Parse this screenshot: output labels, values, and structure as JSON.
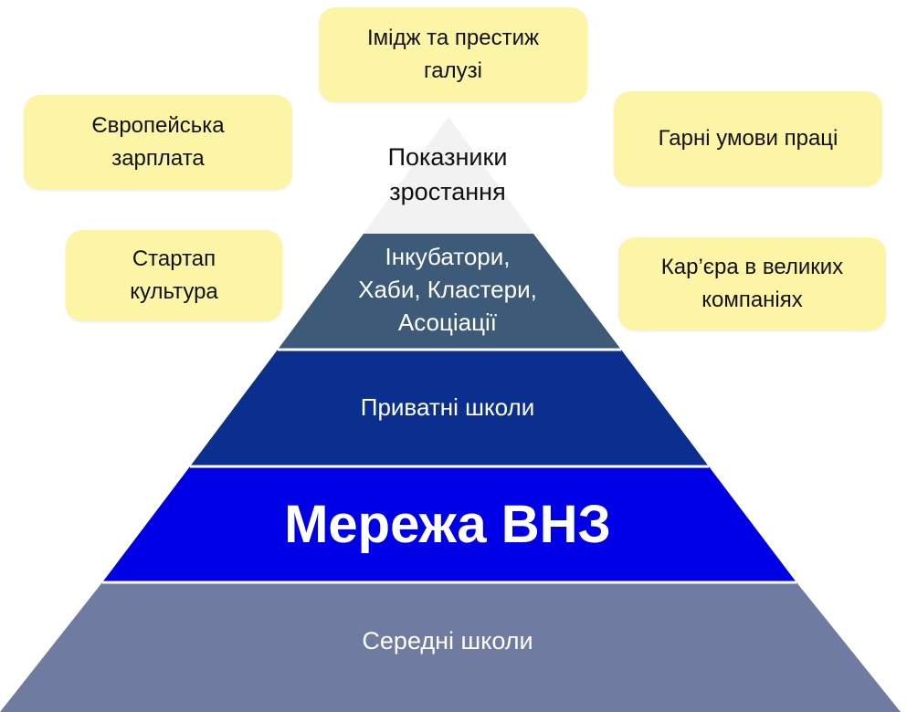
{
  "pyramid": {
    "tiers": [
      {
        "label": "Показники\nзростання",
        "color": "#f2f2f2",
        "text_color": "#111111"
      },
      {
        "label": "Інкубатори,\nХаби, Кластери,\nАсоціації",
        "color": "#3d5a78",
        "text_color": "#ffffff"
      },
      {
        "label": "Приватні школи",
        "color": "#0a2f8f",
        "text_color": "#ffffff"
      },
      {
        "label": "Мережа ВНЗ",
        "color": "#0000e6",
        "text_color": "#ffffff"
      },
      {
        "label": "Середні школи",
        "color": "#6f7ba0",
        "text_color": "#ffffff"
      }
    ]
  },
  "boxes": {
    "image": "Імідж та престиж\nгалузі",
    "salary": "Європейська\nзарплата",
    "conditions": "Гарні умови праці",
    "startup": "Стартап\nкультура",
    "career": "Кар’єра в великих\nкомпаніях"
  },
  "colors": {
    "box_fill": "#fdf5a6",
    "divider": "#ffffff"
  }
}
